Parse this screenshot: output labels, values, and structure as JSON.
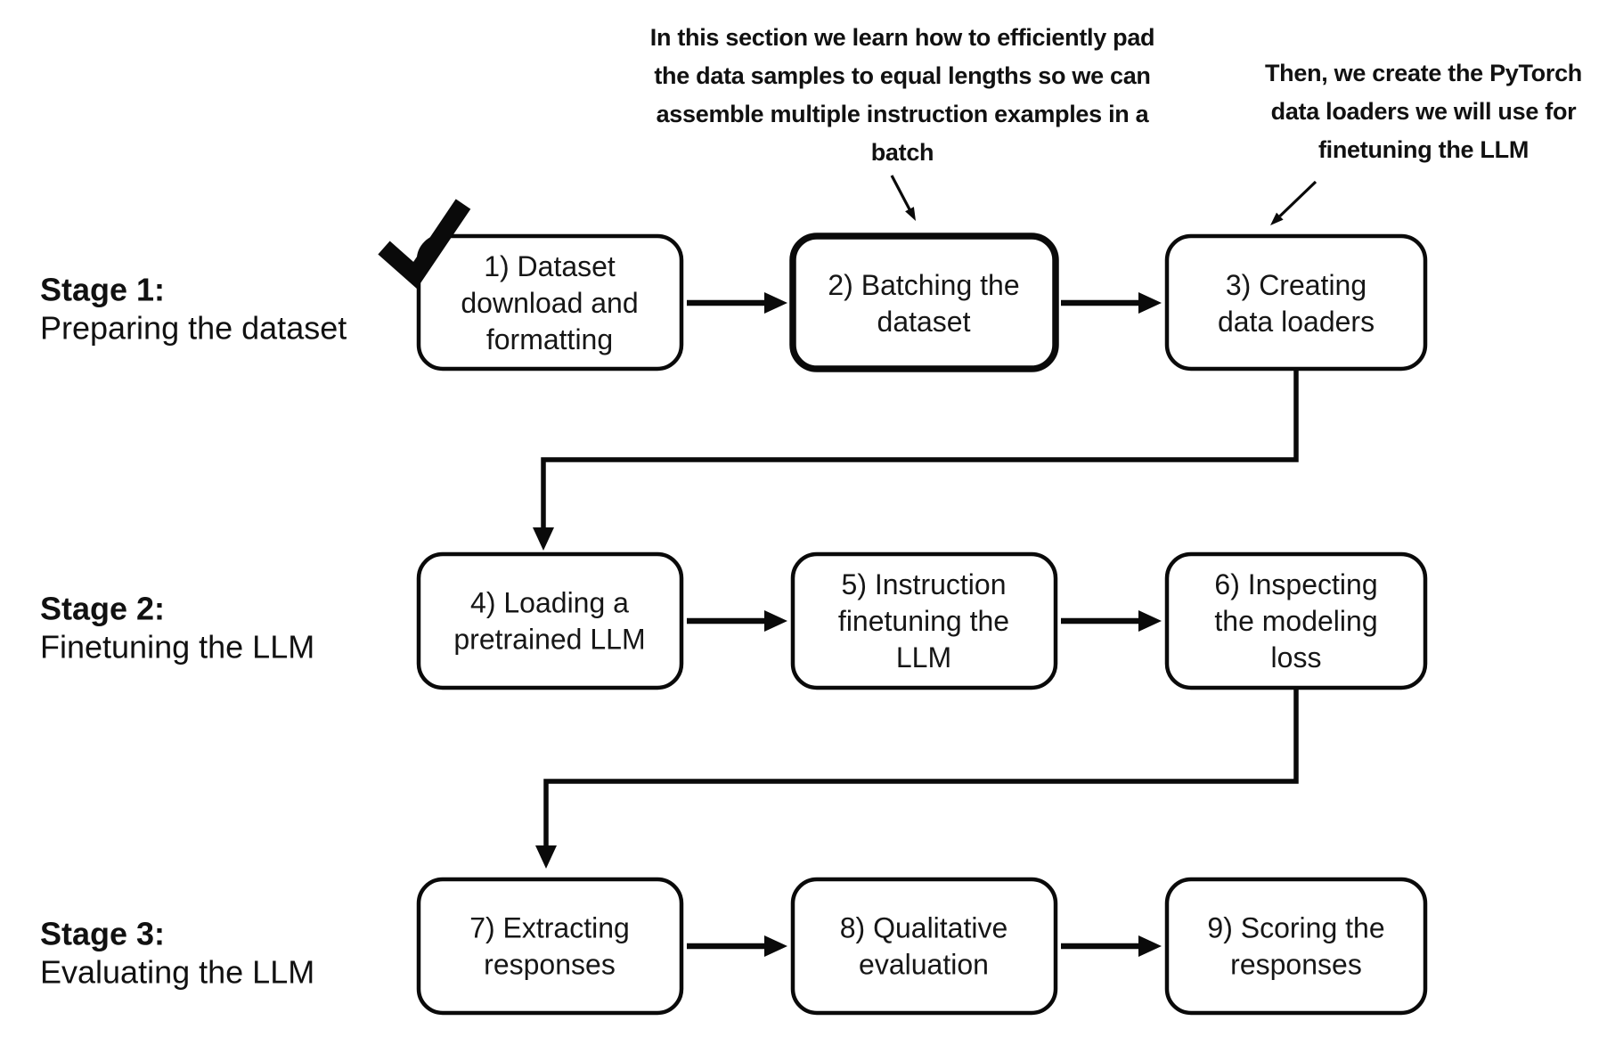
{
  "stages": [
    {
      "title": "Stage 1:",
      "subtitle": "Preparing the dataset"
    },
    {
      "title": "Stage 2:",
      "subtitle": "Finetuning the LLM"
    },
    {
      "title": "Stage 3:",
      "subtitle": "Evaluating the LLM"
    }
  ],
  "nodes": [
    {
      "lines": [
        "1) Dataset",
        "download and",
        "formatting"
      ],
      "status": "completed"
    },
    {
      "lines": [
        "2) Batching the",
        "dataset"
      ],
      "status": "current"
    },
    {
      "lines": [
        "3) Creating",
        "data loaders"
      ],
      "status": "upcoming"
    },
    {
      "lines": [
        "4) Loading a",
        "pretrained LLM"
      ],
      "status": "upcoming"
    },
    {
      "lines": [
        "5) Instruction",
        "finetuning the",
        "LLM"
      ],
      "status": "upcoming"
    },
    {
      "lines": [
        "6) Inspecting",
        "the modeling",
        "loss"
      ],
      "status": "upcoming"
    },
    {
      "lines": [
        "7) Extracting",
        "responses"
      ],
      "status": "upcoming"
    },
    {
      "lines": [
        "8) Qualitative",
        "evaluation"
      ],
      "status": "upcoming"
    },
    {
      "lines": [
        "9) Scoring the",
        "responses"
      ],
      "status": "upcoming"
    }
  ],
  "annotations": {
    "batching_note": {
      "lines": [
        "In this section we learn how to efficiently pad",
        "the data samples to equal lengths so we can",
        "assemble multiple instruction examples in a",
        "batch"
      ]
    },
    "dataloader_note": {
      "lines": [
        "Then, we create the PyTorch",
        "data loaders we will use for",
        "finetuning the LLM"
      ]
    }
  },
  "icons": {
    "node1_status": "checkmark-icon"
  },
  "colors": {
    "highlight_fill": "#b9e1f6",
    "line": "#0a0a0a",
    "background": "#ffffff"
  }
}
